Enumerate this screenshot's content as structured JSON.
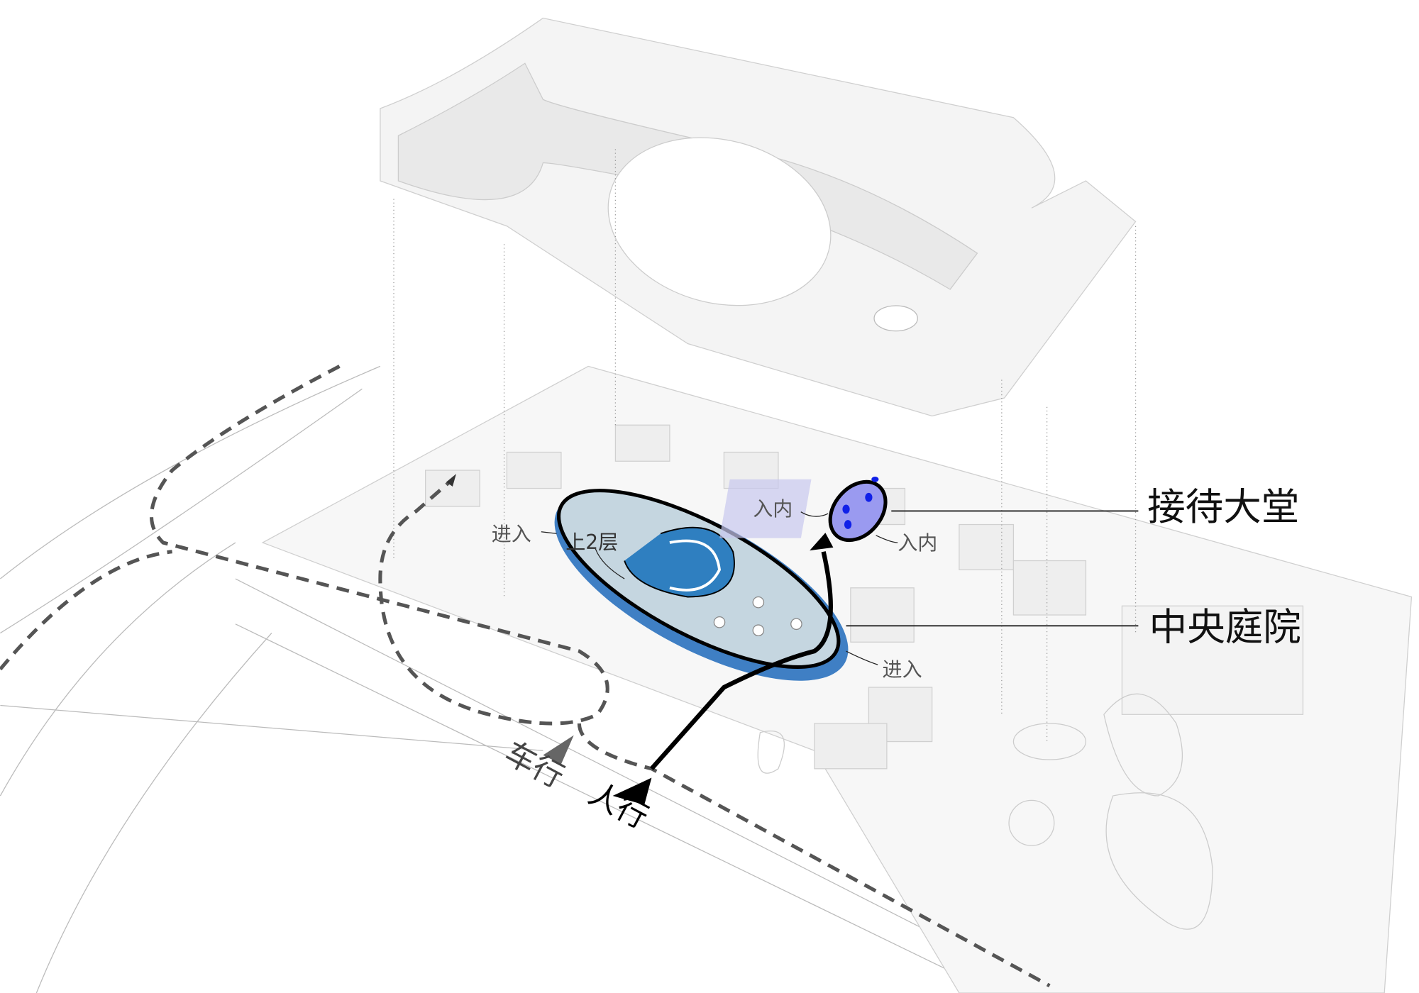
{
  "labels": {
    "reception_hall": "接待大堂",
    "central_courtyard": "中央庭院",
    "vehicle_traffic": "车行",
    "pedestrian_traffic": "人行",
    "enter_left": "进入",
    "enter_right": "进入",
    "go_up_2f": "上2层",
    "inside_left": "入内",
    "inside_right": "入内"
  },
  "colors": {
    "courtyard_blue": "#3f7fc4",
    "courtyard_light": "#c5d6e0",
    "lobby_blue": "#1020e8",
    "dashed_path": "#555555",
    "pedestrian_path": "#000000"
  }
}
